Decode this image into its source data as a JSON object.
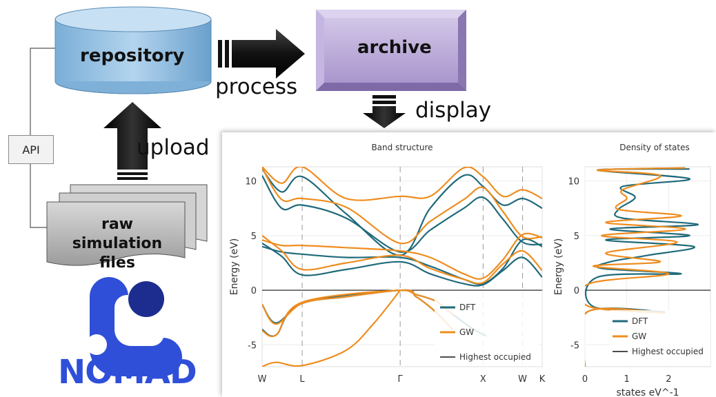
{
  "diagram": {
    "repository_label": "repository",
    "archive_label": "archive",
    "process_label": "process",
    "display_label": "display",
    "upload_label": "upload",
    "api_label": "API",
    "raw_files_line1": "raw simulation",
    "raw_files_line2": "files",
    "logo_text": "NOMAD",
    "colors": {
      "repository_fill": "#8fbee0",
      "archive_fill": "#c3b3dc",
      "logo_blue": "#2f4fd8",
      "logo_navy": "#1c2d8f"
    }
  },
  "chart_data": [
    {
      "type": "line",
      "title": "Band structure",
      "ylabel": "Energy (eV)",
      "ylim": [
        -7,
        11.3
      ],
      "yticks": [
        -5,
        0,
        5,
        10
      ],
      "xticks": [
        "W",
        "L",
        "Γ",
        "X",
        "W",
        "K"
      ],
      "xtick_positions": [
        0,
        0.143,
        0.493,
        0.789,
        0.93,
        1.0
      ],
      "legend": [
        "DFT",
        "GW",
        "Highest occupied"
      ],
      "legend_placement": "bottom-right",
      "grid": true,
      "series": [
        {
          "name": "DFT",
          "color": "#1f6a7a",
          "bands": [
            [
              [
                0,
                4.3
              ],
              [
                0.07,
                3.1
              ],
              [
                0.143,
                1.4
              ],
              [
                0.3,
                1.9
              ],
              [
                0.493,
                2.6
              ],
              [
                0.6,
                1.5
              ],
              [
                0.72,
                0.6
              ],
              [
                0.789,
                0.5
              ],
              [
                0.86,
                1.8
              ],
              [
                0.93,
                3.0
              ],
              [
                1.0,
                1.2
              ]
            ],
            [
              [
                0,
                4.0
              ],
              [
                0.07,
                3.5
              ],
              [
                0.143,
                3.3
              ],
              [
                0.3,
                3.0
              ],
              [
                0.493,
                3.0
              ],
              [
                0.6,
                2.2
              ],
              [
                0.72,
                1.0
              ],
              [
                0.789,
                0.6
              ],
              [
                0.86,
                2.0
              ],
              [
                0.93,
                4.6
              ],
              [
                1.0,
                4.0
              ]
            ],
            [
              [
                0,
                10.5
              ],
              [
                0.07,
                7.5
              ],
              [
                0.143,
                7.8
              ],
              [
                0.3,
                6.6
              ],
              [
                0.493,
                3.5
              ],
              [
                0.6,
                5.5
              ],
              [
                0.72,
                7.5
              ],
              [
                0.789,
                8.5
              ],
              [
                0.86,
                6.5
              ],
              [
                0.93,
                4.4
              ],
              [
                1.0,
                4.2
              ]
            ],
            [
              [
                0,
                11.1
              ],
              [
                0.07,
                9.0
              ],
              [
                0.143,
                10.4
              ],
              [
                0.3,
                7.0
              ],
              [
                0.493,
                3.2
              ],
              [
                0.6,
                7.5
              ],
              [
                0.72,
                10.5
              ],
              [
                0.789,
                9.5
              ],
              [
                0.86,
                7.8
              ],
              [
                0.93,
                8.4
              ],
              [
                1.0,
                7.5
              ]
            ],
            [
              [
                0,
                -1.3
              ],
              [
                0.05,
                -3.0
              ],
              [
                0.143,
                -1.2
              ],
              [
                0.3,
                -0.6
              ],
              [
                0.493,
                0
              ],
              [
                0.55,
                -0.4
              ],
              [
                0.62,
                -1.0
              ],
              [
                0.68,
                -2.2
              ],
              [
                0.75,
                -3.5
              ],
              [
                0.8,
                -4.2
              ]
            ],
            [
              [
                0,
                -3.6
              ],
              [
                0.05,
                -4.1
              ],
              [
                0.143,
                -1.2
              ],
              [
                0.493,
                0
              ],
              [
                0.55,
                -0.6
              ],
              [
                0.62,
                -2.0
              ],
              [
                0.68,
                -3.6
              ]
            ]
          ]
        },
        {
          "name": "GW",
          "color": "#ef8c1e",
          "bands": [
            [
              [
                0,
                5.0
              ],
              [
                0.07,
                3.6
              ],
              [
                0.143,
                1.9
              ],
              [
                0.3,
                2.5
              ],
              [
                0.493,
                3.2
              ],
              [
                0.6,
                2.0
              ],
              [
                0.72,
                1.0
              ],
              [
                0.789,
                0.7
              ],
              [
                0.86,
                2.4
              ],
              [
                0.93,
                3.6
              ],
              [
                1.0,
                1.8
              ]
            ],
            [
              [
                0,
                4.6
              ],
              [
                0.07,
                4.1
              ],
              [
                0.143,
                4.1
              ],
              [
                0.3,
                3.9
              ],
              [
                0.493,
                3.6
              ],
              [
                0.6,
                3.0
              ],
              [
                0.72,
                1.5
              ],
              [
                0.789,
                1.1
              ],
              [
                0.86,
                2.8
              ],
              [
                0.93,
                5.1
              ],
              [
                1.0,
                4.8
              ]
            ],
            [
              [
                0,
                11.2
              ],
              [
                0.07,
                8.3
              ],
              [
                0.143,
                8.4
              ],
              [
                0.3,
                7.6
              ],
              [
                0.493,
                4.3
              ],
              [
                0.6,
                6.3
              ],
              [
                0.72,
                8.3
              ],
              [
                0.789,
                9.4
              ],
              [
                0.86,
                7.2
              ],
              [
                0.93,
                4.9
              ],
              [
                1.0,
                4.9
              ]
            ],
            [
              [
                0,
                11.3
              ],
              [
                0.07,
                9.8
              ],
              [
                0.143,
                11.3
              ],
              [
                0.3,
                8.4
              ],
              [
                0.493,
                8.6
              ],
              [
                0.6,
                8.6
              ],
              [
                0.72,
                11.2
              ],
              [
                0.789,
                10.4
              ],
              [
                0.86,
                8.6
              ],
              [
                0.93,
                9.2
              ],
              [
                1.0,
                8.4
              ]
            ],
            [
              [
                0,
                -1.3
              ],
              [
                0.05,
                -3.1
              ],
              [
                0.143,
                -1.2
              ],
              [
                0.3,
                -0.6
              ],
              [
                0.493,
                0
              ],
              [
                0.55,
                -0.4
              ],
              [
                0.62,
                -1.0
              ],
              [
                0.68,
                -2.2
              ]
            ],
            [
              [
                0,
                -3.7
              ],
              [
                0.05,
                -4.1
              ],
              [
                0.143,
                -1.1
              ],
              [
                0.493,
                0
              ],
              [
                0.55,
                -0.6
              ],
              [
                0.62,
                -2.0
              ],
              [
                0.68,
                -3.6
              ]
            ],
            [
              [
                0,
                -7.0
              ],
              [
                0.05,
                -6.6
              ],
              [
                0.143,
                -6.9
              ],
              [
                0.3,
                -5.5
              ],
              [
                0.4,
                -3.0
              ],
              [
                0.493,
                0
              ]
            ]
          ]
        }
      ]
    },
    {
      "type": "line",
      "title": "Density of states",
      "ylabel": "Energy (eV)",
      "xlabel": "states eV^-1",
      "ylim": [
        -7,
        11.3
      ],
      "xlim": [
        0,
        3
      ],
      "xticks": [
        0,
        1,
        2
      ],
      "yticks": [
        -5,
        0,
        5,
        10
      ],
      "legend": [
        "DFT",
        "GW",
        "Highest occupied"
      ],
      "legend_placement": "bottom-right",
      "grid": true,
      "series": [
        {
          "name": "DFT",
          "color": "#1f6a7a",
          "points": [
            [
              0,
              -7
            ],
            [
              0.05,
              -2
            ],
            [
              1.9,
              -2
            ],
            [
              0.2,
              -1.5
            ],
            [
              0.3,
              1.2
            ],
            [
              2.3,
              1.5
            ],
            [
              0.4,
              2.0
            ],
            [
              0.6,
              2.6
            ],
            [
              1.5,
              3.2
            ],
            [
              2.6,
              4.0
            ],
            [
              0.5,
              4.6
            ],
            [
              2.5,
              5.0
            ],
            [
              0.6,
              5.6
            ],
            [
              2.7,
              6.0
            ],
            [
              0.9,
              6.6
            ],
            [
              0.8,
              7.4
            ],
            [
              1.2,
              8.5
            ],
            [
              0.9,
              9.5
            ],
            [
              2.5,
              10.2
            ],
            [
              0.3,
              11.0
            ],
            [
              2.5,
              11.1
            ]
          ]
        },
        {
          "name": "GW",
          "color": "#ef8c1e",
          "points": [
            [
              0,
              -7
            ],
            [
              0.05,
              -2
            ],
            [
              1.9,
              -2.1
            ],
            [
              0.1,
              -1.5
            ],
            [
              0.1,
              0.6
            ],
            [
              2.0,
              1.5
            ],
            [
              0.2,
              2.2
            ],
            [
              1.8,
              2.6
            ],
            [
              0.5,
              3.4
            ],
            [
              2.2,
              4.4
            ],
            [
              0.4,
              5.0
            ],
            [
              2.4,
              5.6
            ],
            [
              0.5,
              6.2
            ],
            [
              2.3,
              6.8
            ],
            [
              0.8,
              7.4
            ],
            [
              1.0,
              8.4
            ],
            [
              0.9,
              9.2
            ],
            [
              1.8,
              10.5
            ],
            [
              0.3,
              11.0
            ],
            [
              2.4,
              11.2
            ]
          ]
        }
      ]
    }
  ]
}
